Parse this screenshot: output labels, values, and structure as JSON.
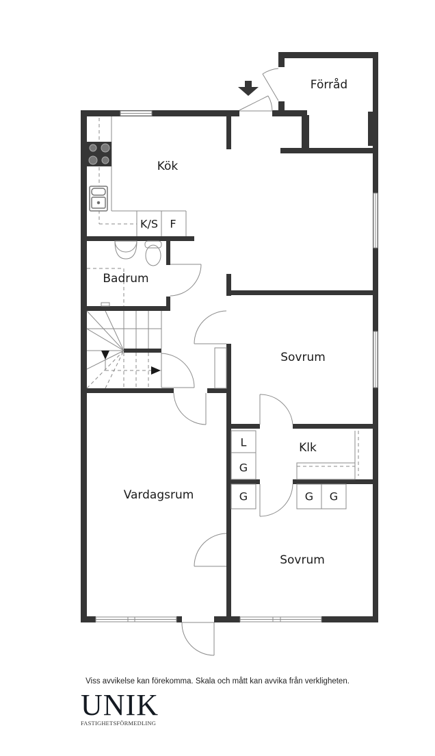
{
  "floorplan": {
    "rooms": [
      {
        "id": "kok",
        "label": "Kök"
      },
      {
        "id": "forrad",
        "label": "Förråd"
      },
      {
        "id": "badrum",
        "label": "Badrum"
      },
      {
        "id": "sovrum1",
        "label": "Sovrum"
      },
      {
        "id": "klk",
        "label": "Klk"
      },
      {
        "id": "vardagsrum",
        "label": "Vardagsrum"
      },
      {
        "id": "sovrum2",
        "label": "Sovrum"
      }
    ],
    "fixtures": {
      "kitchen_ks": "K/S",
      "kitchen_f": "F",
      "wardrobe_l": "L",
      "wardrobe_g1": "G",
      "wardrobe_g2": "G",
      "wardrobe_g3": "G",
      "wardrobe_g4": "G"
    },
    "colors": {
      "wall": "#363636",
      "line": "#8a8a8a",
      "background": "#ffffff"
    }
  },
  "footer": {
    "disclaimer": "Viss avvikelse kan förekomma. Skala och mått kan avvika från verkligheten.",
    "brand_name": "UNIK",
    "brand_sub": "FASTIGHETSFÖRMEDLING"
  }
}
